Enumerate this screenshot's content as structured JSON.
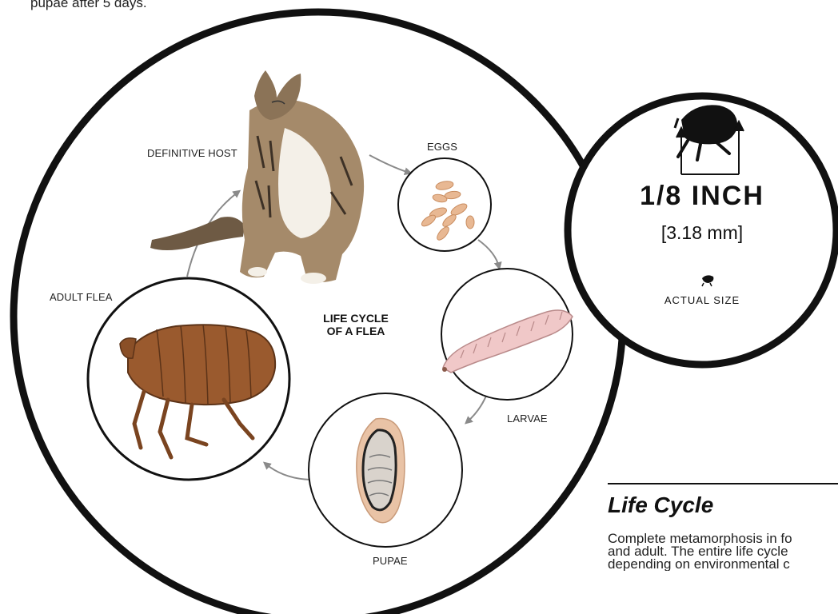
{
  "intro": {
    "fragment": "pupae after 5 days."
  },
  "diagram": {
    "title_line1": "LIFE CYCLE",
    "title_line2": "OF A FLEA",
    "stages": {
      "host": "DEFINITIVE HOST",
      "eggs": "EGGS",
      "larvae": "LARVAE",
      "pupae": "PUPAE",
      "adult": "ADULT FLEA"
    }
  },
  "size_badge": {
    "size_imperial": "1/8 INCH",
    "size_metric": "[3.18 mm]",
    "caption": "ACTUAL SIZE"
  },
  "section": {
    "heading": "Life Cycle",
    "body_lines": [
      "Complete metamorphosis in fo",
      "and adult. The entire life cycle",
      "depending on environmental c"
    ]
  },
  "colors": {
    "outline": "#111111",
    "arrow": "#8a8a8a",
    "flea_brown": "#9a5a2e",
    "egg": "#e8b893",
    "larva": "#f0c8c8",
    "pupa_case": "#e9c3a6"
  }
}
